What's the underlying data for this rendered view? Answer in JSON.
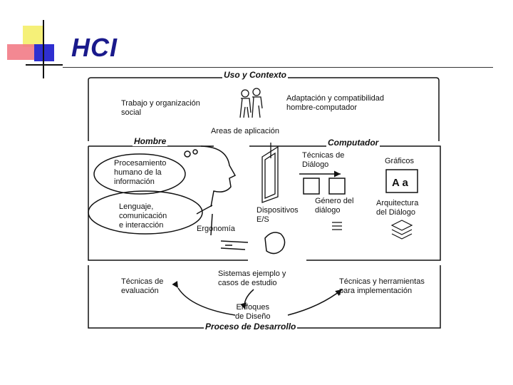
{
  "slide": {
    "title": "HCI"
  },
  "frames": {
    "uso_contexto": "Uso y Contexto",
    "hombre": "Hombre",
    "computador": "Computador",
    "proceso": "Proceso de Desarrollo"
  },
  "labels": {
    "trabajo": [
      "Trabajo y organización",
      "social"
    ],
    "adaptacion": [
      "Adaptación y compatibilidad",
      "hombre-computador"
    ],
    "areas": "Areas de aplicación",
    "procesamiento": [
      "Procesamiento",
      "humano de la",
      "información"
    ],
    "lenguaje": [
      "Lenguaje,",
      "comunicación",
      "e interacción"
    ],
    "ergonomia": "Ergonomía",
    "tecnicas_dialogo": [
      "Técnicas de",
      "Diálogo"
    ],
    "graficos": "Gráficos",
    "genero": [
      "Género del",
      "diálogo"
    ],
    "dispositivos": [
      "Dispositivos",
      "E/S"
    ],
    "arquitectura": [
      "Arquitectura",
      "del Diálogo"
    ],
    "font_sample": "A a",
    "tecnicas_eval": [
      "Técnicas de",
      "evaluación"
    ],
    "sistemas": [
      "Sistemas ejemplo y",
      "casos de estudio"
    ],
    "tecnicas_herr": [
      "Técnicas y herramientas",
      "para implementación"
    ],
    "enfoques": [
      "Enfoques",
      "de Diseño"
    ]
  },
  "colors": {
    "title": "#1a1a8c",
    "deco_yellow": "#f5f078",
    "deco_red": "#f27b86",
    "deco_blue": "#2f2fd0"
  }
}
